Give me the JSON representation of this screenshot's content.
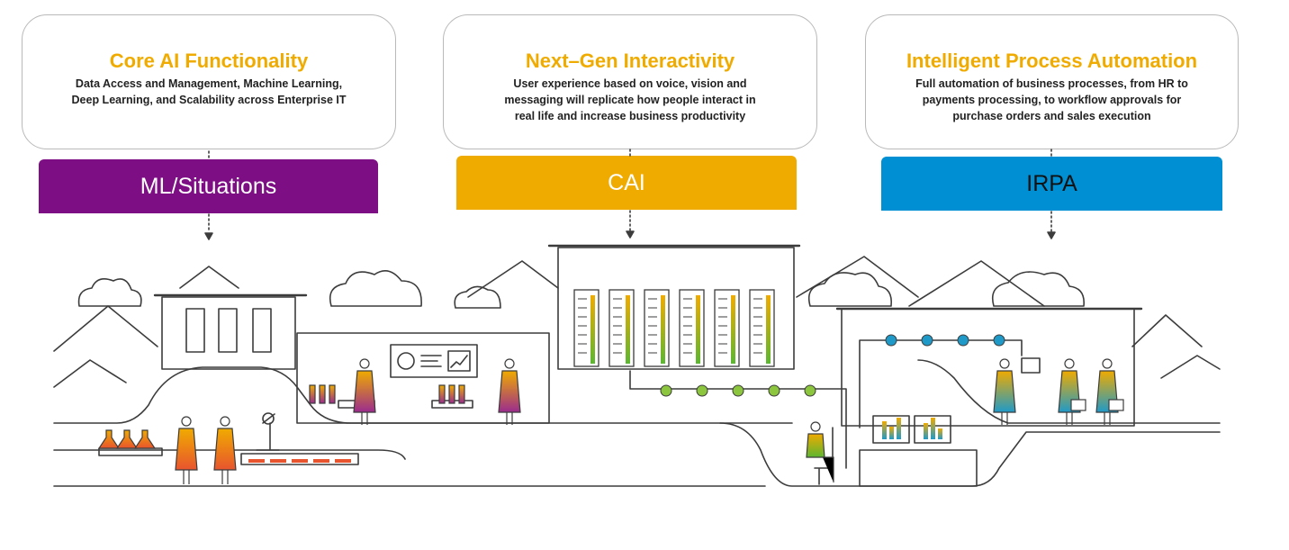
{
  "columns": [
    {
      "title": "Core AI Functionality",
      "description": "Data Access and Management, Machine Learning,\nDeep Learning, and Scalability across Enterprise IT",
      "label": "ML/Situations",
      "color": "#7d0e84",
      "text_color": "#ffffff"
    },
    {
      "title": "Next–Gen Interactivity",
      "description": "User experience based on voice, vision and\nmessaging will replicate how people interact in\nreal life and increase business productivity",
      "label": "CAI",
      "color": "#f0ab00",
      "text_color": "#ffffff"
    },
    {
      "title": "Intelligent Process Automation",
      "description": "Full automation of business processes, from HR to\npayments processing, to workflow approvals for\npurchase orders and sales execution",
      "label": "IRPA",
      "color": "#008fd3",
      "text_color": "#111111"
    }
  ],
  "colors": {
    "title_accent": "#f0ab00",
    "line": "#3c3c3c",
    "server_green": "#5cb631",
    "node_blue": "#1f9ac8"
  }
}
